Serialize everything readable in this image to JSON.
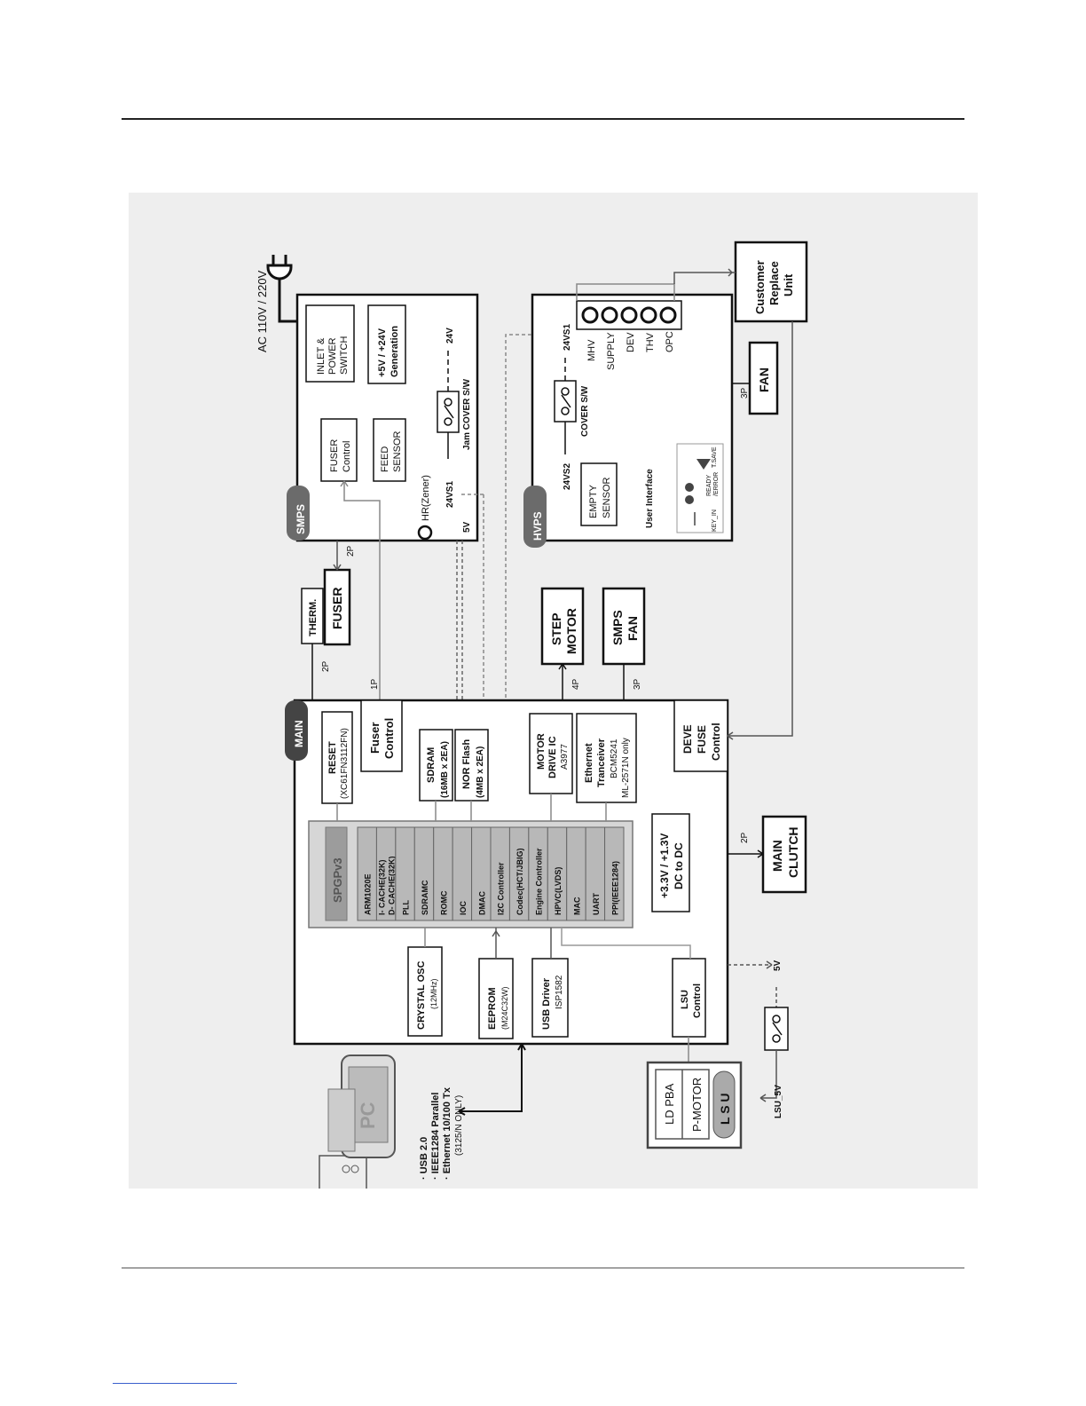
{
  "power": {
    "ac_label": "AC 110V / 220V"
  },
  "smps": {
    "tag": "SMPS",
    "inlet": [
      "INLET &",
      "POWER",
      "SWITCH"
    ],
    "generation": [
      "+5V / +24V",
      "Generation"
    ],
    "fuser_control": [
      "FUSER",
      "Control"
    ],
    "feed_sensor": [
      "FEED",
      "SENSOR"
    ],
    "jam_cover": "Jam COVER S/W",
    "v24": "24V",
    "hr_zener": "HR(Zener)",
    "v24vs1": "24VS1",
    "v5": "5V"
  },
  "hvps": {
    "tag": "HVPS",
    "v24vs1": "24VS1",
    "v24vs2": "24VS2",
    "cover_sw": "COVER S/W",
    "outputs": [
      "MHV",
      "SUPPLY",
      "DEV",
      "THV",
      "OPC"
    ],
    "empty_sensor": [
      "EMPTY",
      "SENSOR"
    ],
    "user_interface": "User Interface",
    "ui_labels": [
      "KEY_IN",
      "READY",
      "/ERROR",
      "T.SAVE"
    ]
  },
  "customer_replace": [
    "Customer",
    "Replace",
    "Unit"
  ],
  "fan": {
    "label": "FAN",
    "pins": "3P"
  },
  "fuser": {
    "therm": "THERM.",
    "label": "FUSER",
    "pins_smps": "2P",
    "pins_main": "2P",
    "pins_1p": "1P"
  },
  "step_motor": {
    "label": [
      "STEP",
      "MOTOR"
    ],
    "pins": "4P"
  },
  "smps_fan": {
    "label": [
      "SMPS",
      "FAN"
    ],
    "pins": "3P"
  },
  "main_clutch": {
    "label": [
      "MAIN",
      "CLUTCH"
    ],
    "pins": "2P"
  },
  "main": {
    "tag": "MAIN",
    "reset": [
      "RESET",
      "(XC61FN3112FN)"
    ],
    "fuser_control": [
      "Fuser",
      "Control"
    ],
    "sdram": [
      "SDRAM",
      "(16MB x 2EA)"
    ],
    "nor_flash": [
      "NOR Flash",
      "(4MB x 2EA)"
    ],
    "motor_drive": [
      "MOTOR",
      "DRIVE IC",
      "A3977"
    ],
    "ethernet": [
      "Ethernet",
      "Tranceiver",
      "BCM5241",
      "ML-2571N only"
    ],
    "deve_fuse": [
      "DEVE",
      "FUSE",
      "Control"
    ],
    "dc_dc": [
      "+3.3V / +1.3V",
      "DC to DC"
    ],
    "crystal": [
      "CRYSTAL OSC",
      "(12MHz)"
    ],
    "eeprom": [
      "EEPROM",
      "(M24C32W)"
    ],
    "usb_driver": [
      "USB Driver",
      "ISP1582"
    ],
    "lsu_control": [
      "LSU",
      "Control"
    ]
  },
  "spgp": {
    "title": "SPGPv3",
    "blocks": [
      "ARM1020E",
      "I- CACHE(32K)",
      "D- CACHE(32K)",
      "PLL",
      "SDRAMC",
      "ROMC",
      "IOC",
      "DMAC",
      "I2C Controller",
      "Codec(HCT/JBIG)",
      "Engine Controller",
      "HPVC(LVDS)",
      "MAC",
      "UART",
      "PPI(IEEE1284)"
    ]
  },
  "lsu": {
    "ld_pba": "LD PBA",
    "p_motor": "P-MOTOR",
    "label": "L S U",
    "lsu_5v": "LSU_5V",
    "v5": "5V"
  },
  "pc": {
    "label": "PC",
    "interfaces": [
      "· USB 2.0",
      "· IEEE1284 Parallel",
      "· Ethernet 10/100 Tx"
    ],
    "note": "(3125/N ONLY)"
  }
}
